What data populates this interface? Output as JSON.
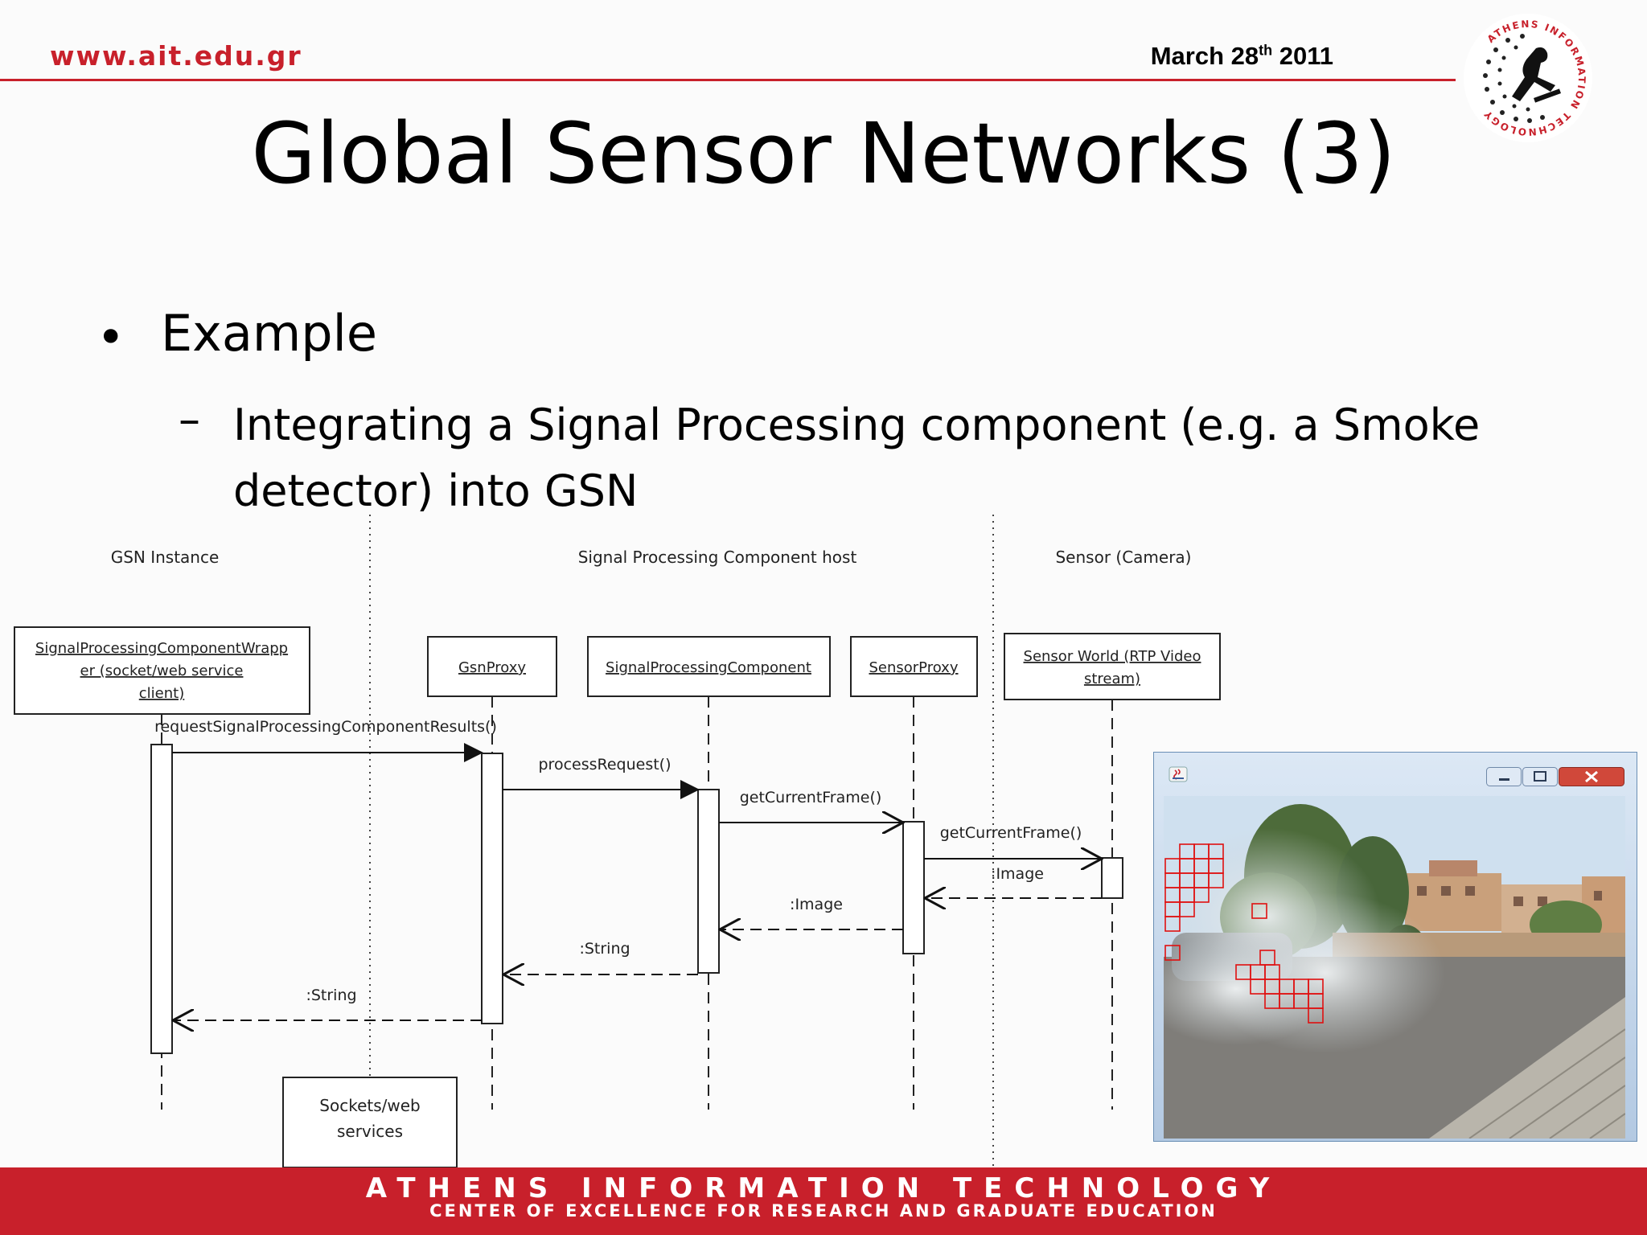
{
  "header": {
    "url": "www.ait.edu.gr",
    "date_main": "March 28",
    "date_sup": "th",
    "date_year": " 2011",
    "logo_text": "ATHENS INFORMATION TECHNOLOGY"
  },
  "slide": {
    "title": "Global Sensor Networks (3)",
    "bullet": "Example",
    "sub_bullet": "Integrating a Signal Processing component (e.g. a Smoke detector) into GSN"
  },
  "diagram": {
    "zones": [
      "GSN Instance",
      "Signal Processing Component host",
      "Sensor (Camera)"
    ],
    "participants": [
      [
        "SignalProcessingComponentWrapp",
        "er (socket/web service",
        "client)"
      ],
      [
        "GsnProxy"
      ],
      [
        "SignalProcessingComponent"
      ],
      [
        "SensorProxy"
      ],
      [
        "Sensor World (RTP Video",
        "stream)"
      ]
    ],
    "messages": [
      "requestSignalProcessingComponentResults()",
      "processRequest()",
      "getCurrentFrame()",
      "getCurrentFrame()",
      ":Image",
      ":Image",
      ":String",
      ":String"
    ],
    "note": [
      "Sockets/web",
      "services"
    ]
  },
  "footer": {
    "line1": "ATHENS INFORMATION TECHNOLOGY",
    "line2": "CENTER OF EXCELLENCE FOR RESEARCH AND GRADUATE EDUCATION"
  },
  "colors": {
    "brand_red": "#c8202b",
    "detection_red": "#e01010"
  }
}
